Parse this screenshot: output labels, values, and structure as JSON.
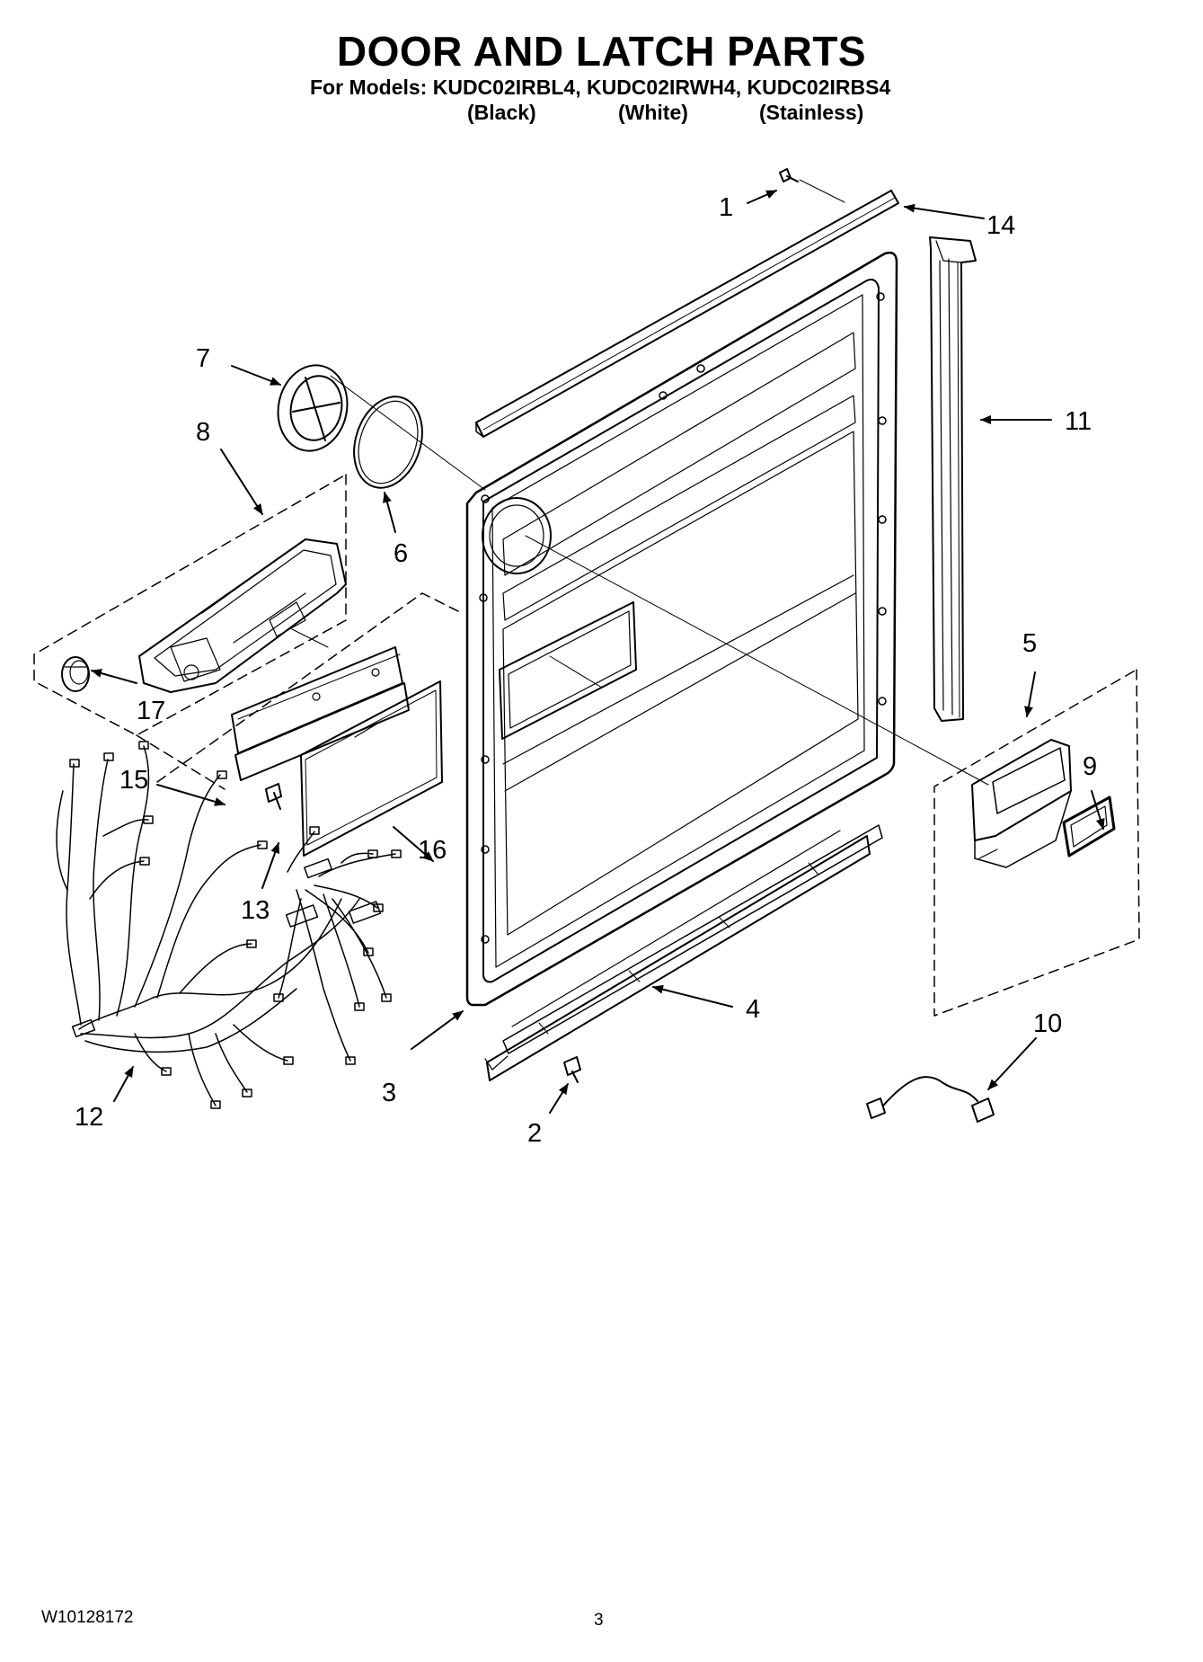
{
  "header": {
    "title": "DOOR AND LATCH PARTS",
    "models_line": "For Models: KUDC02IRBL4, KUDC02IRWH4, KUDC02IRBS4",
    "variants": [
      "(Black)",
      "(White)",
      "(Stainless)"
    ]
  },
  "callouts": [
    "1",
    "2",
    "3",
    "4",
    "5",
    "6",
    "7",
    "8",
    "9",
    "10",
    "11",
    "12",
    "13",
    "14",
    "15",
    "16",
    "17"
  ],
  "footer": {
    "doc_number": "W10128172",
    "page_number": "3"
  }
}
